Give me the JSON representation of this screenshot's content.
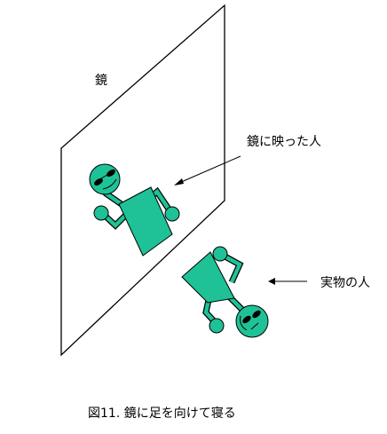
{
  "labels": {
    "mirror": "鏡",
    "reflection": "鏡に映った人",
    "real_person": "実物の人",
    "caption": "図11. 鏡に足を向けて寝る"
  },
  "colors": {
    "figure_fill": "#1ec296",
    "outline": "#000000",
    "background": "#ffffff"
  }
}
